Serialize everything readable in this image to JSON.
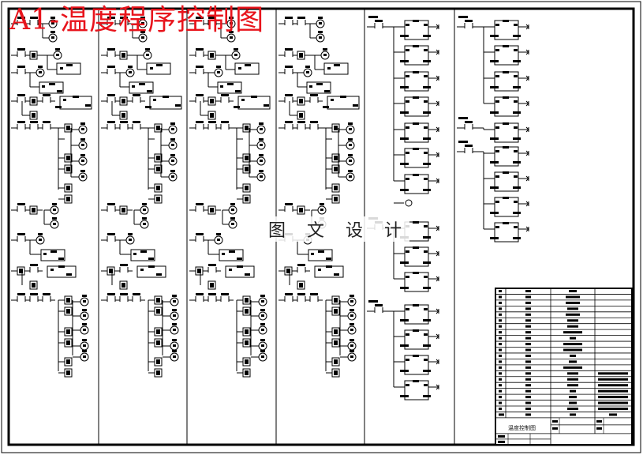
{
  "drawing": {
    "title": "A1-温度程序控制图",
    "watermark": "图 文 设 计",
    "title_block": {
      "drawing_name": "温度控制图"
    },
    "colors": {
      "title": "#e8141c",
      "lines": "#000000",
      "background": "#ffffff"
    }
  }
}
